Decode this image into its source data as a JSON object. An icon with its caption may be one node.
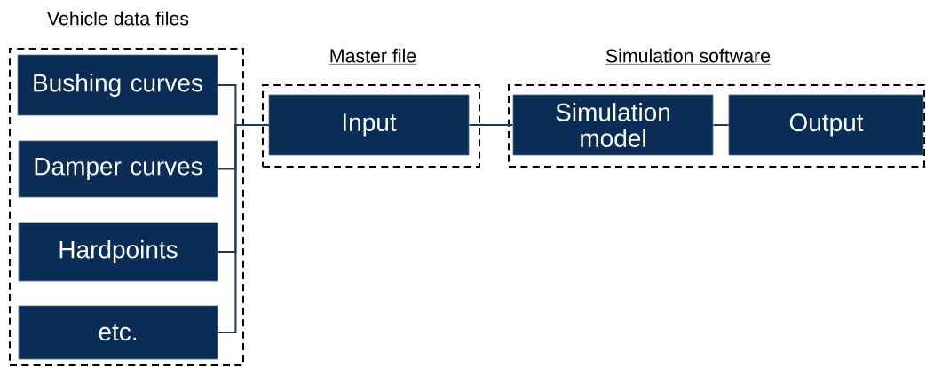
{
  "diagram": {
    "nodes": [
      {
        "text": [
          "Vehicle data files"
        ]
      },
      {
        "text": [
          "Bushing curves"
        ],
        "in": 0
      },
      {
        "text": [
          "Damper curves"
        ],
        "in": 0
      },
      {
        "text": [
          "Hardpoints"
        ],
        "in": 0
      },
      {
        "text": [
          "etc."
        ],
        "in": 0
      },
      {
        "text": [
          "Master file"
        ]
      },
      {
        "text": [
          "Input"
        ],
        "in": 5
      },
      {
        "text": [
          "Simulation software"
        ]
      },
      {
        "text": [
          "Simulation model"
        ],
        "in": 7
      },
      {
        "text": [
          "Output"
        ],
        "in": 7
      }
    ],
    "edges": [
      {
        "from": 1,
        "to": 6,
        "arrow": "none"
      },
      {
        "from": 2,
        "to": 6,
        "arrow": "none"
      },
      {
        "from": 3,
        "to": 6,
        "arrow": "none"
      },
      {
        "from": 4,
        "to": 6,
        "arrow": "none"
      },
      {
        "from": 6,
        "to": 8,
        "arrow": "none"
      },
      {
        "from": 8,
        "to": 9,
        "arrow": "none"
      }
    ]
  }
}
